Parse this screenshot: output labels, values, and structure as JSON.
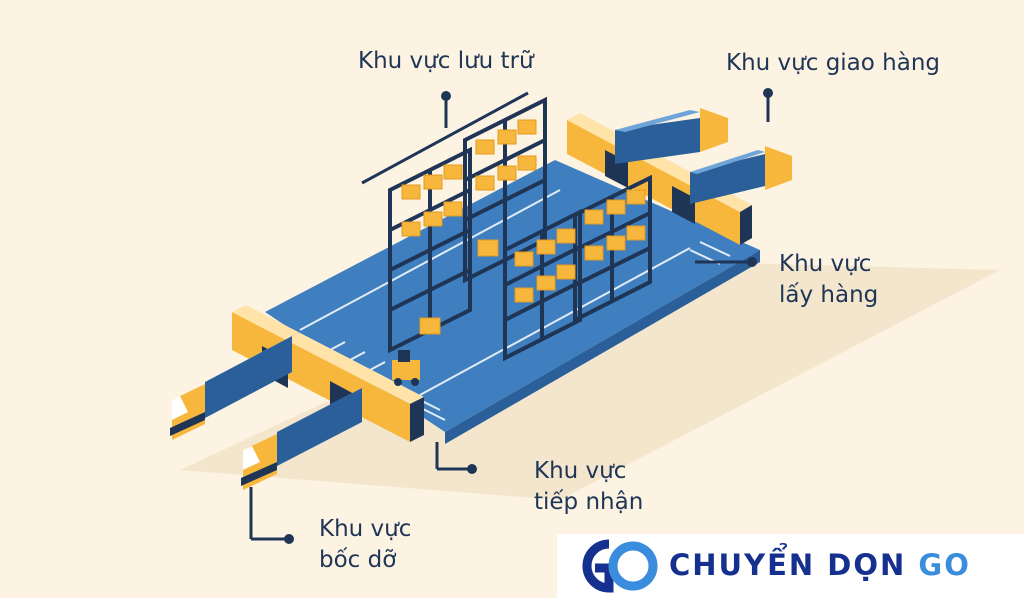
{
  "labels": {
    "storage": "Khu vực lưu trữ",
    "delivery": "Khu vực giao hàng",
    "picking": [
      "Khu vực",
      "lấy hàng"
    ],
    "receiving": [
      "Khu vực",
      "tiếp nhận"
    ],
    "loading": [
      "Khu vực",
      "bốc dỡ"
    ]
  },
  "logo": {
    "brand": "CHUYỂN DỌN",
    "accent": "GO"
  },
  "colors": {
    "background": "#fcf3e3",
    "floor": "#3f7fc0",
    "text": "#1f3556",
    "accent_yellow": "#f6b73c",
    "rack": "#1f3556",
    "logo_blue": "#16308f",
    "logo_light": "#3a8cdc"
  }
}
